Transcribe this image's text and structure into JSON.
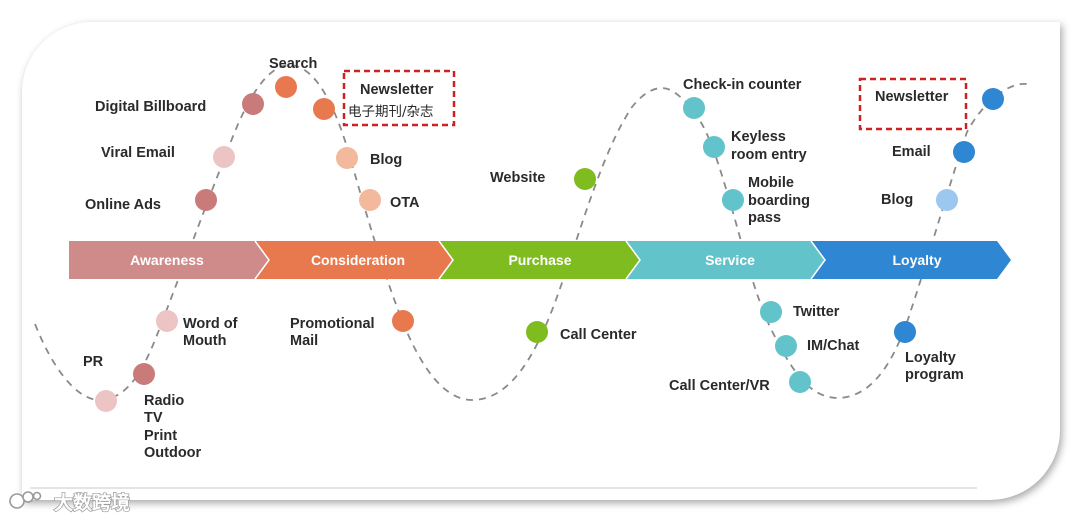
{
  "stages": [
    {
      "label": "Awareness",
      "color": "#cf8a8a"
    },
    {
      "label": "Consideration",
      "color": "#e8794f"
    },
    {
      "label": "Purchase",
      "color": "#7fbc1f"
    },
    {
      "label": "Service",
      "color": "#62c3cb"
    },
    {
      "label": "Loyalty",
      "color": "#2f86d3"
    }
  ],
  "touchpoints": {
    "pr": {
      "label": "PR",
      "color": "#ecc4c4"
    },
    "radio": {
      "label": "Radio",
      "color": "#c97a7a"
    },
    "tv": {
      "label": "TV"
    },
    "print": {
      "label": "Print"
    },
    "outdoor": {
      "label": "Outdoor"
    },
    "word_of_mouth": {
      "label": "Word of",
      "label2": "Mouth",
      "color": "#ecc4c4"
    },
    "online_ads": {
      "label": "Online Ads",
      "color": "#c97a7a"
    },
    "viral_email": {
      "label": "Viral Email",
      "color": "#ecc4c4"
    },
    "digital_billboard": {
      "label": "Digital Billboard",
      "color": "#c97a7a"
    },
    "search": {
      "label": "Search",
      "color": "#e8794f"
    },
    "newsletter_consideration": {
      "label": "Newsletter",
      "label2": "电子期刊/杂志",
      "color": "#e8794f"
    },
    "blog_consideration": {
      "label": "Blog",
      "color": "#f2b99c"
    },
    "ota": {
      "label": "OTA",
      "color": "#f2b99c"
    },
    "promotional_mail": {
      "label": "Promotional",
      "label2": "Mail",
      "color": "#e8794f"
    },
    "call_center_purchase": {
      "label": "Call Center",
      "color": "#7fbc1f"
    },
    "website": {
      "label": "Website",
      "color": "#7fbc1f"
    },
    "check_in": {
      "label": "Check-in counter",
      "color": "#62c3cb"
    },
    "keyless": {
      "label": "Keyless",
      "label2": "room entry",
      "color": "#62c3cb"
    },
    "mobile_boarding": {
      "label": "Mobile",
      "label2": "boarding",
      "label3": "pass",
      "color": "#62c3cb"
    },
    "twitter": {
      "label": "Twitter",
      "color": "#62c3cb"
    },
    "im_chat": {
      "label": "IM/Chat",
      "color": "#62c3cb"
    },
    "call_center_vr": {
      "label": "Call Center/VR",
      "color": "#62c3cb"
    },
    "loyalty_program": {
      "label": "Loyalty",
      "label2": "program",
      "color": "#2f86d3"
    },
    "blog_loyalty": {
      "label": "Blog",
      "color": "#9cc7ef"
    },
    "email": {
      "label": "Email",
      "color": "#2f86d3"
    },
    "newsletter_loyalty": {
      "label": "Newsletter",
      "color": "#2f86d3"
    }
  },
  "highlight_color": "#cc2222",
  "curve_color": "#8a8a8a",
  "watermark": {
    "text": "大数跨境"
  }
}
